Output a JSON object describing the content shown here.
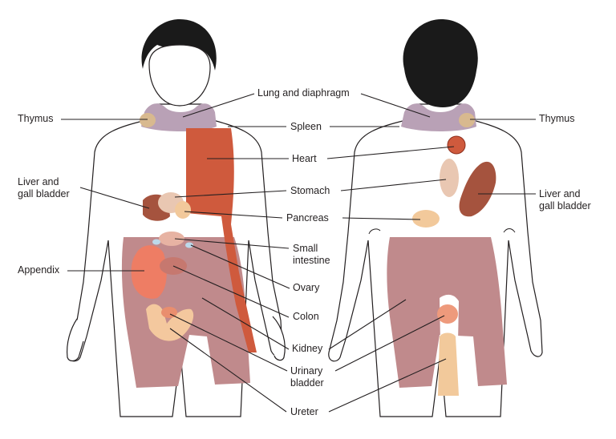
{
  "labels": {
    "thymus_left": "Thymus",
    "liver_left": "Liver and\ngall bladder",
    "appendix": "Appendix",
    "lung": "Lung and diaphragm",
    "spleen": "Spleen",
    "heart": "Heart",
    "stomach": "Stomach",
    "pancreas": "Pancreas",
    "small_intestine": "Small\nintestine",
    "ovary": "Ovary",
    "colon": "Colon",
    "kidney": "Kidney",
    "urinary_bladder": "Urinary\nbladder",
    "ureter": "Ureter",
    "thymus_right": "Thymus",
    "liver_right": "Liver and\ngall bladder"
  },
  "colors": {
    "skin_outline": "#231f20",
    "hair": "#1a1a1a",
    "neck_lung": "#b9a1b6",
    "thymus": "#d8b98f",
    "heart_spleen": "#cf5a3d",
    "liver": "#a5533e",
    "stomach": "#e9c7b2",
    "pancreas": "#f2c99b",
    "intestine_colon": "#c6786f",
    "lower_region": "#c08a8c",
    "appendix": "#ee7d64",
    "bladder": "#f4c89e",
    "ovary": "#bcd9ea"
  }
}
